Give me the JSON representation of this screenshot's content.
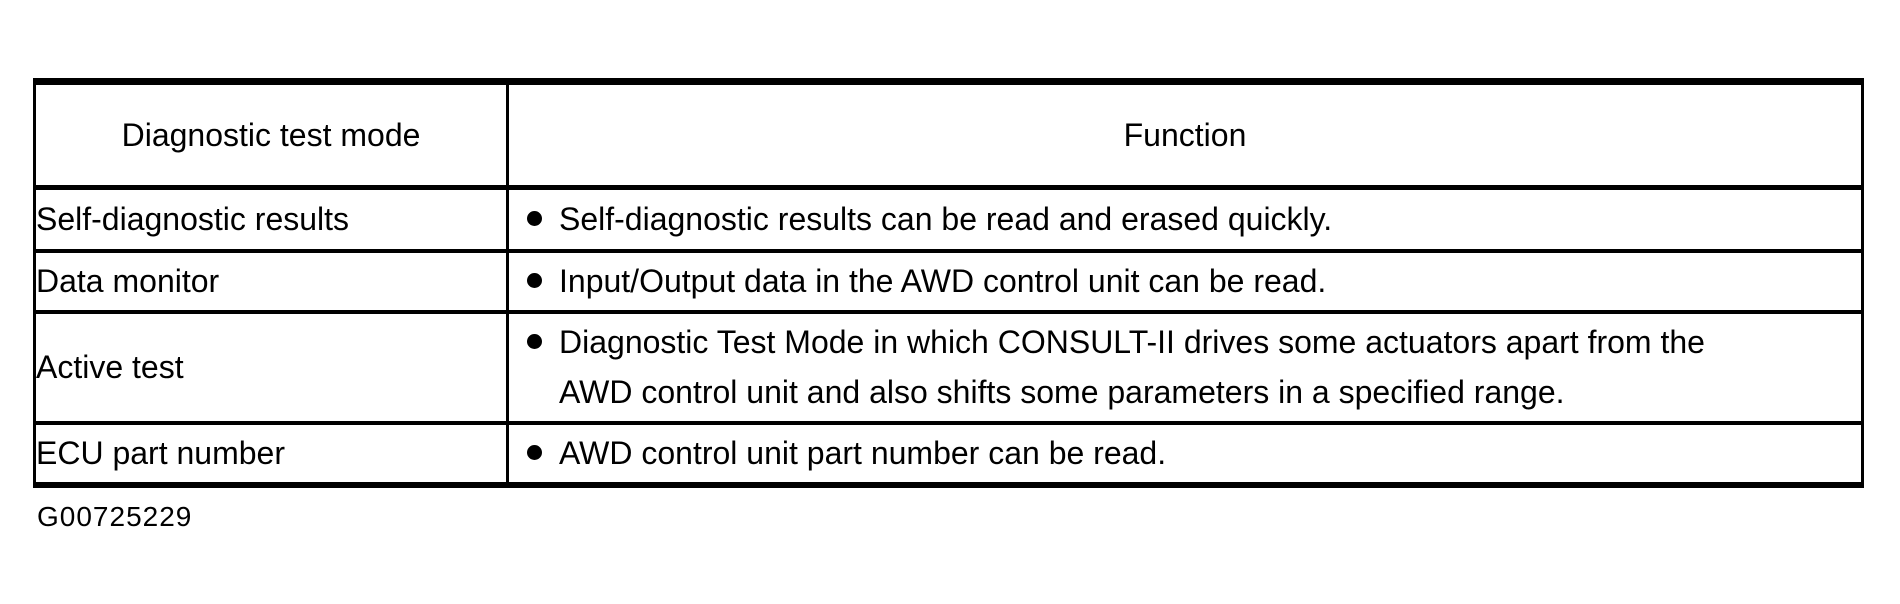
{
  "figure_code": "G00725229",
  "table": {
    "headers": {
      "mode": "Diagnostic test mode",
      "function": "Function"
    },
    "rows": [
      {
        "mode": "Self-diagnostic results",
        "function": "Self-diagnostic results can be read and erased quickly."
      },
      {
        "mode": "Data monitor",
        "function": "Input/Output data in the AWD control unit can be read."
      },
      {
        "mode": "Active test",
        "function": "Diagnostic Test Mode in which CONSULT-II drives some actuators apart from the\nAWD control unit and also shifts some parameters in a specified range."
      },
      {
        "mode": "ECU part number",
        "function": "AWD control unit part number can be read."
      }
    ]
  },
  "colors": {
    "background": "#ffffff",
    "border": "#000000",
    "text": "#000000"
  }
}
